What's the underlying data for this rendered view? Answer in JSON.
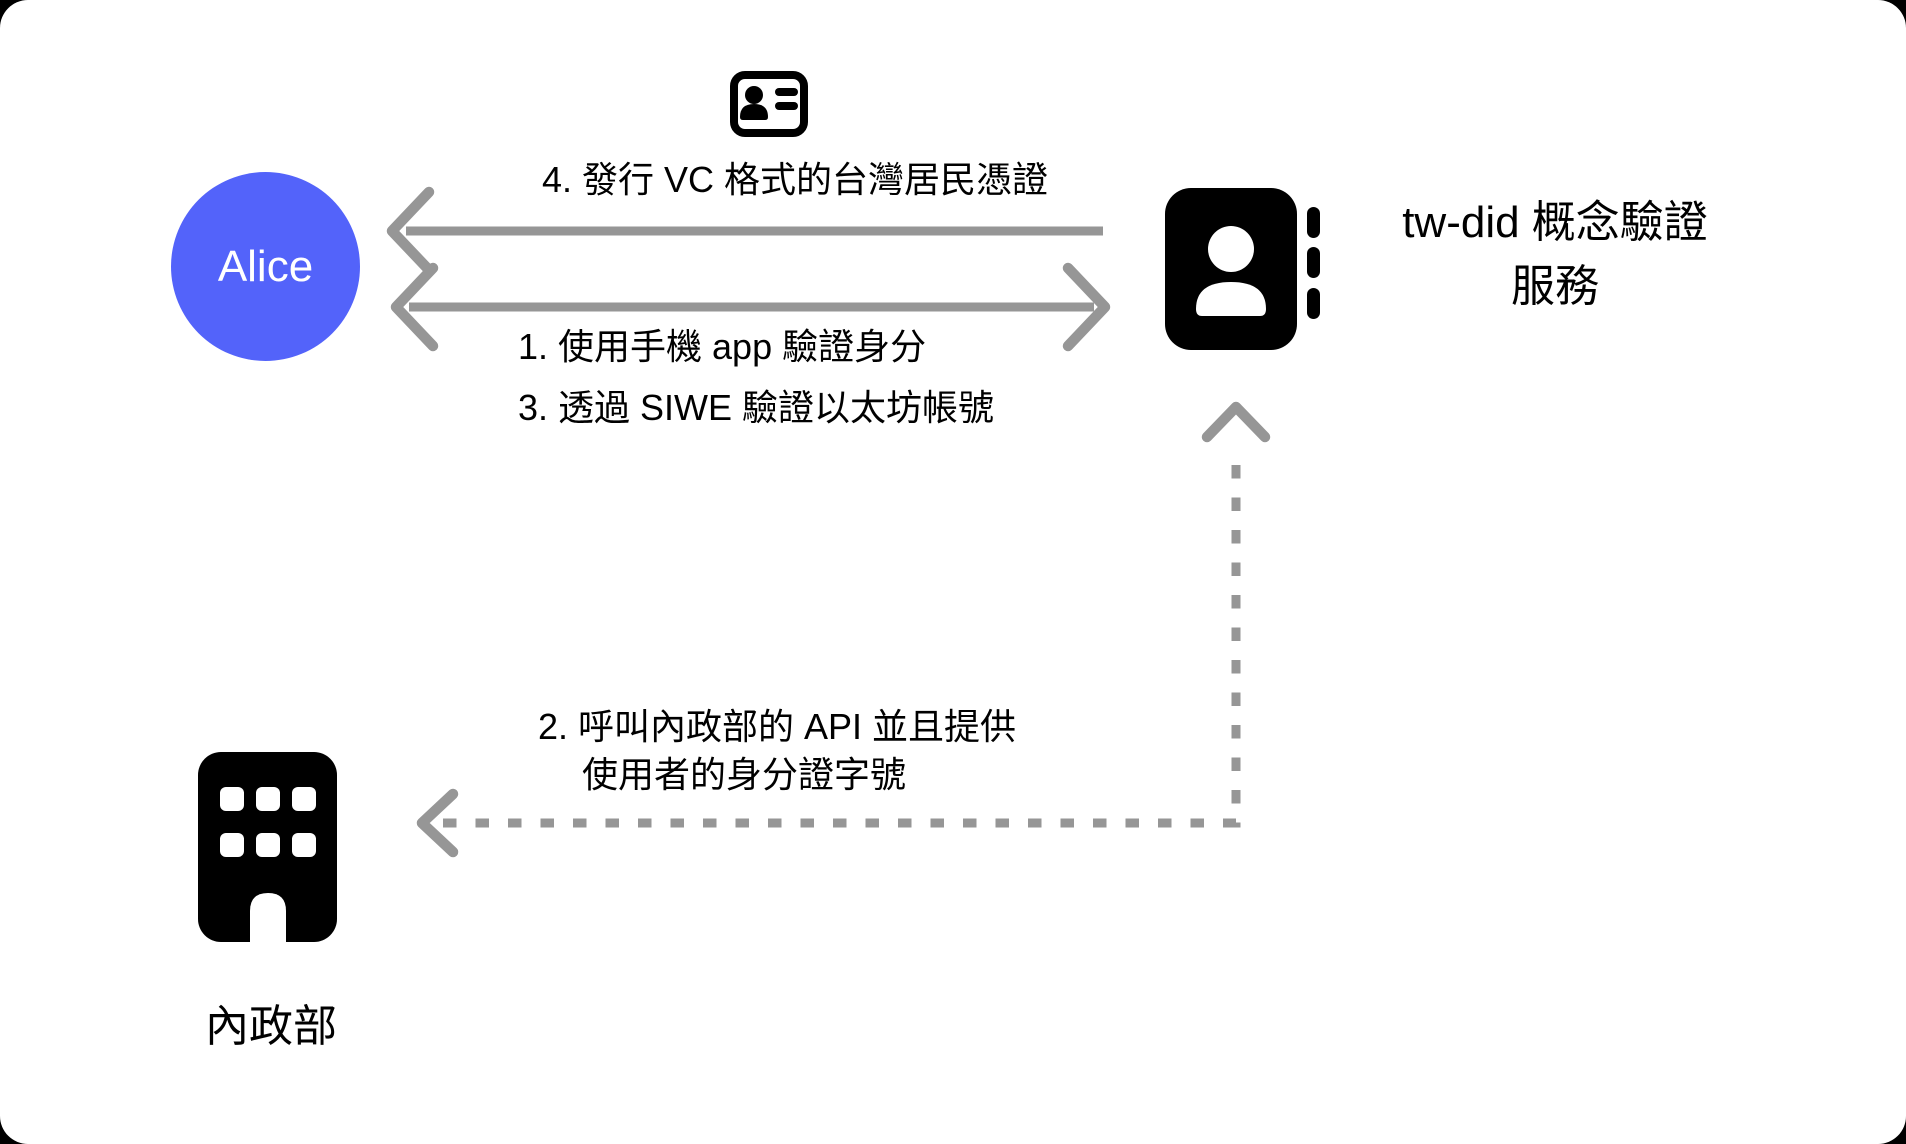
{
  "diagram": {
    "actors": {
      "alice": {
        "label": "Alice"
      },
      "service": {
        "label_line1": "tw-did 概念驗證",
        "label_line2": "服務"
      },
      "ministry": {
        "label": "內政部"
      }
    },
    "messages": {
      "step1_label": "1. 使用手機 app 驗證身分",
      "step2_label_line1": "2. 呼叫內政部的 API 並且提供",
      "step2_label_line2": "使用者的身分證字號",
      "step3_label": "3. 透過 SIWE 驗證以太坊帳號",
      "step4_label": "4. 發行 VC 格式的台灣居民憑證"
    },
    "icons": {
      "id_card": "id-card-icon",
      "contact_book": "contact-book-icon",
      "building": "building-icon"
    }
  },
  "colors": {
    "page_bg": "#ffffff",
    "outside_bg": "#000000",
    "actor_circle": "#5363fa",
    "actor_text": "#ffffff",
    "arrow": "#969696",
    "icon": "#000000",
    "text": "#000000"
  }
}
